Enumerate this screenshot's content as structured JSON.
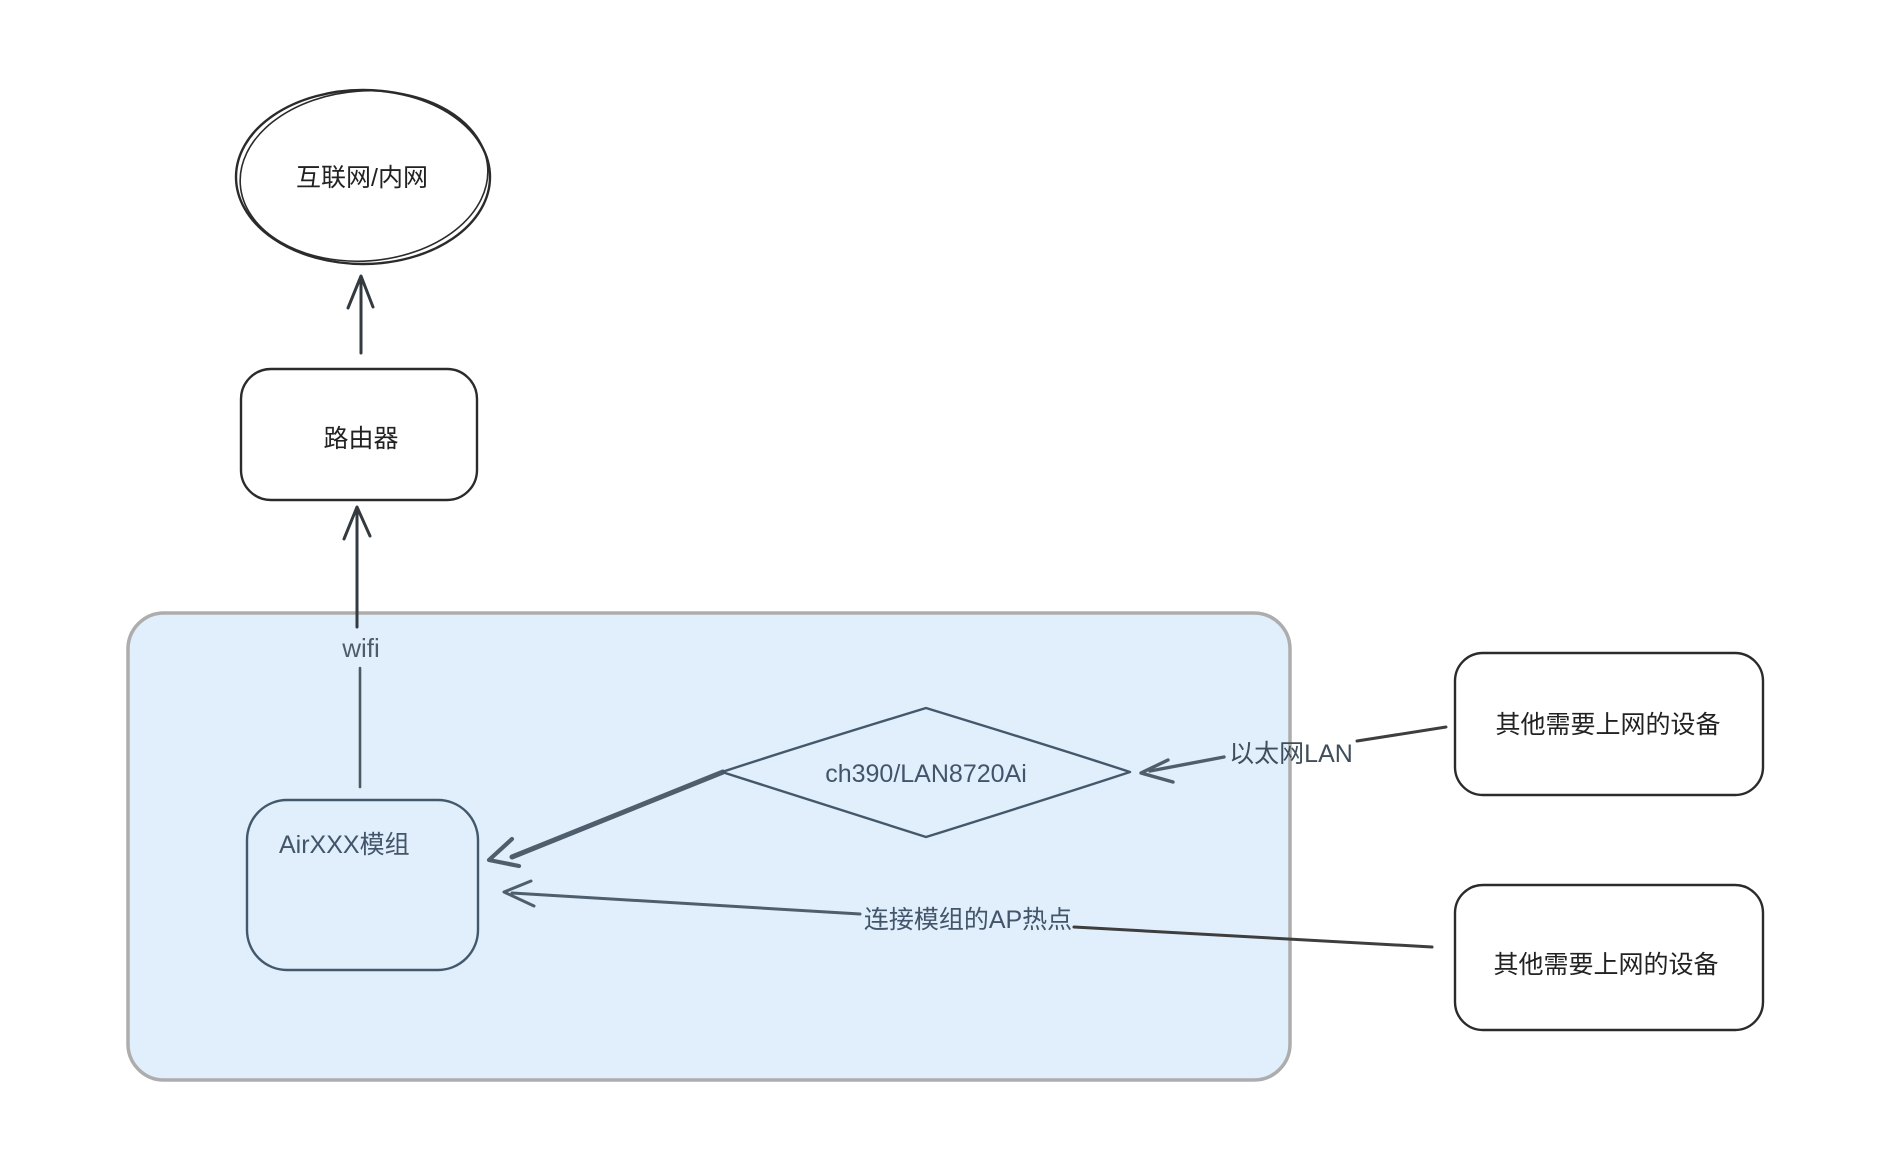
{
  "diagram": {
    "nodes": {
      "internet": {
        "label": "互联网/内网",
        "shape": "ellipse"
      },
      "router": {
        "label": "路由器",
        "shape": "rounded-rect"
      },
      "module": {
        "label": "AirXXX模组",
        "shape": "rounded-rect"
      },
      "ethernet_chip": {
        "label": "ch390/LAN8720Ai",
        "shape": "diamond"
      },
      "lan_device": {
        "label": "其他需要上网的设备",
        "shape": "rounded-rect"
      },
      "ap_device": {
        "label": "其他需要上网的设备",
        "shape": "rounded-rect"
      }
    },
    "edge_labels": {
      "wifi": "wifi",
      "ethernet": "以太网LAN",
      "ap_hotspot": "连接模组的AP热点"
    },
    "colors": {
      "container_fill": "#e1eefb",
      "container_border": "#adadad",
      "ink": "#2b2b2b",
      "slate": "#4e5e6d"
    }
  }
}
